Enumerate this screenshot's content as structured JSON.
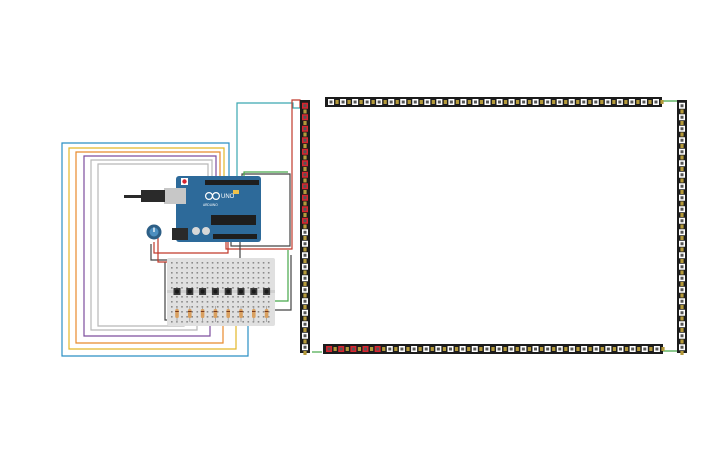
{
  "arduino": {
    "board_label": "UNO",
    "brand_label": "ARDUINO"
  },
  "leds": {
    "top_count": 28,
    "right_count": 22,
    "bottom_count": 28,
    "left_count": 22,
    "left_lit": 11,
    "bottom_lit": 5,
    "lit_color": "#d9242f",
    "off_color": "#ffffff"
  },
  "buttons": {
    "count": 8,
    "resistor_count": 8
  },
  "colors": {
    "strip": "#1c1c1c",
    "arduino": "#2d6a9a",
    "breadboard": "#e0e0e0",
    "wire_red": "#c0392b",
    "wire_dark": "#444444",
    "wire_green": "#46a84a",
    "wire_teal": "#3aa7b0",
    "wire_cyan": "#2a8fc4",
    "wire_yellow": "#e3b728",
    "wire_orange": "#e88a2c",
    "wire_purple": "#7d4e9e",
    "wire_gray": "#b8b8b8"
  }
}
